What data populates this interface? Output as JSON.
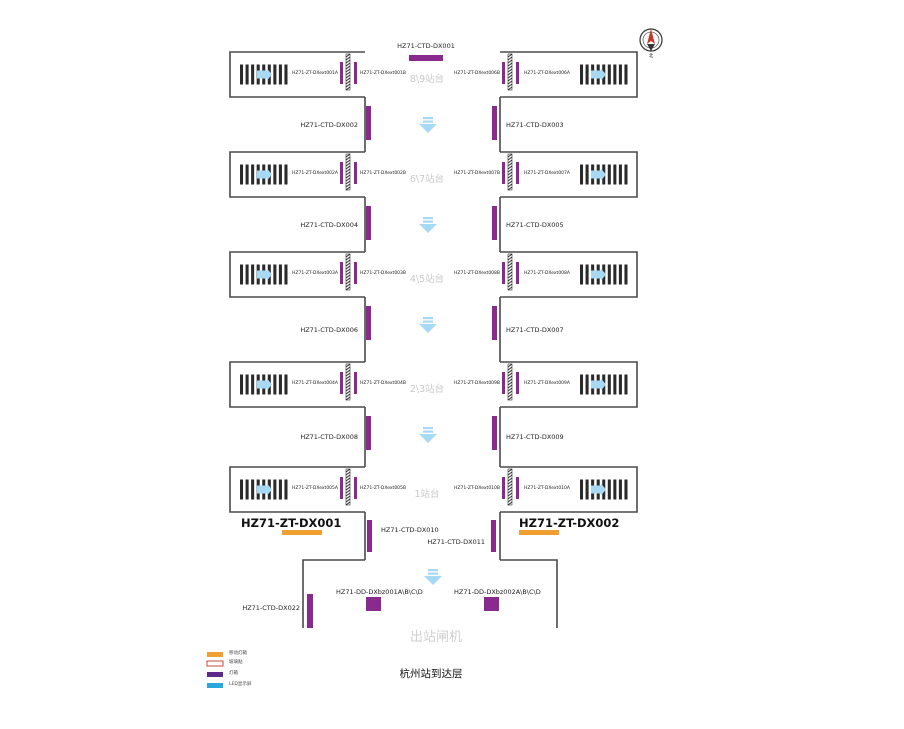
{
  "top_code": "HZ71-CTD-DX001",
  "compass_label": "北",
  "floors": [
    {
      "platform": "8\\9站台",
      "left_inner": "HZ71-ZT-DXext001A",
      "left_outer": "HZ71-ZT-DXext001B",
      "right_outer": "HZ71-ZT-DXext006B",
      "right_inner": "HZ71-ZT-DXext006A"
    },
    {
      "platform": "6\\7站台",
      "left_inner": "HZ71-ZT-DXext002A",
      "left_outer": "HZ71-ZT-DXext002B",
      "right_outer": "HZ71-ZT-DXext007B",
      "right_inner": "HZ71-ZT-DXext007A"
    },
    {
      "platform": "4\\5站台",
      "left_inner": "HZ71-ZT-DXext003A",
      "left_outer": "HZ71-ZT-DXext003B",
      "right_outer": "HZ71-ZT-DXext008B",
      "right_inner": "HZ71-ZT-DXext008A"
    },
    {
      "platform": "2\\3站台",
      "left_inner": "HZ71-ZT-DXext004A",
      "left_outer": "HZ71-ZT-DXext004B",
      "right_outer": "HZ71-ZT-DXext009B",
      "right_inner": "HZ71-ZT-DXext009A"
    },
    {
      "platform": "1站台",
      "left_inner": "HZ71-ZT-DXext005A",
      "left_outer": "HZ71-ZT-DXext005B",
      "right_outer": "HZ71-ZT-DXext010B",
      "right_inner": "HZ71-ZT-DXext010A"
    }
  ],
  "corridors": [
    {
      "left": "HZ71-CTD-DX002",
      "right": "HZ71-CTD-DX003"
    },
    {
      "left": "HZ71-CTD-DX004",
      "right": "HZ71-CTD-DX005"
    },
    {
      "left": "HZ71-CTD-DX006",
      "right": "HZ71-CTD-DX007"
    },
    {
      "left": "HZ71-CTD-DX008",
      "right": "HZ71-CTD-DX009"
    }
  ],
  "zt_left": "HZ71-ZT-DX001",
  "zt_right": "HZ71-ZT-DX002",
  "ctd_010": "HZ71-CTD-DX010",
  "ctd_011": "HZ71-CTD-DX011",
  "ctd_022": "HZ71-CTD-DX022",
  "dd_left": "HZ71-DD-DXbz001A\\B\\C\\D",
  "dd_right": "HZ71-DD-DXbz002A\\B\\C\\D",
  "exit_gate": "出站闸机",
  "title": "杭州站到达层",
  "legend": [
    "移动灯箱",
    "玻璃贴",
    "灯箱",
    "LED显示屏"
  ],
  "colors": {
    "purple": "#8b2a8e",
    "orange": "#f0a030",
    "arrow": "#a7d9f5",
    "outline": "#4a4a4a",
    "legend_purple": "#5e2a8a",
    "legend_blue": "#29a8df",
    "legend_red": "#c0392b"
  }
}
